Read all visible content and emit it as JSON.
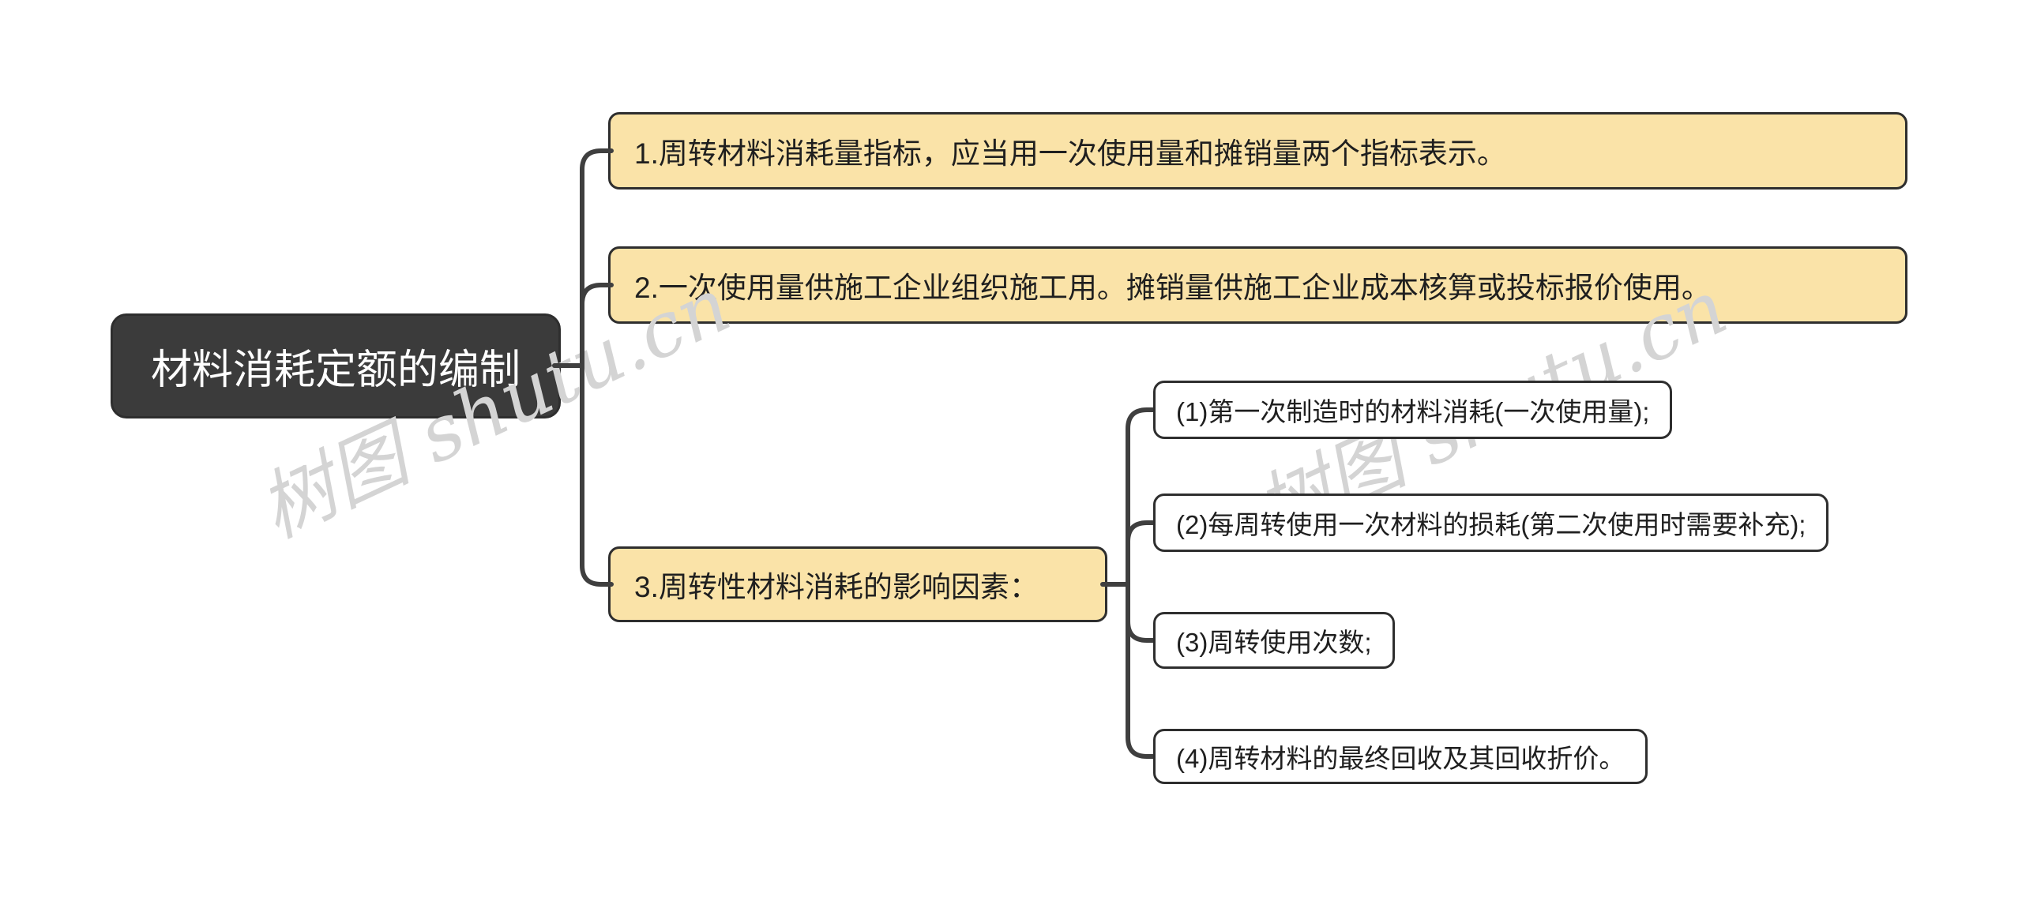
{
  "diagram": {
    "root": {
      "label": "材料消耗定额的编制"
    },
    "branches": [
      {
        "label": "1.周转材料消耗量指标，应当用一次使用量和摊销量两个指标表示。"
      },
      {
        "label": "2.一次使用量供施工企业组织施工用。摊销量供施工企业成本核算或投标报价使用。"
      },
      {
        "label": "3.周转性材料消耗的影响因素："
      }
    ],
    "sub_branches": [
      {
        "label": "(1)第一次制造时的材料消耗(一次使用量);"
      },
      {
        "label": "(2)每周转使用一次材料的损耗(第二次使用时需要补充);"
      },
      {
        "label": "(3)周转使用次数;"
      },
      {
        "label": "(4)周转材料的最终回收及其回收折价。"
      }
    ]
  },
  "watermark": {
    "text": "树图 shutu.cn"
  },
  "colors": {
    "root_fill": "#3b3b3b",
    "root_text": "#ffffff",
    "branch_fill": "#fae3a8",
    "leaf_fill": "#ffffff",
    "node_border": "#2e2e2e",
    "connector": "#3f3f3f",
    "watermark": "#d4d4d4",
    "background": "#ffffff",
    "body_text": "#1f1f1f"
  }
}
